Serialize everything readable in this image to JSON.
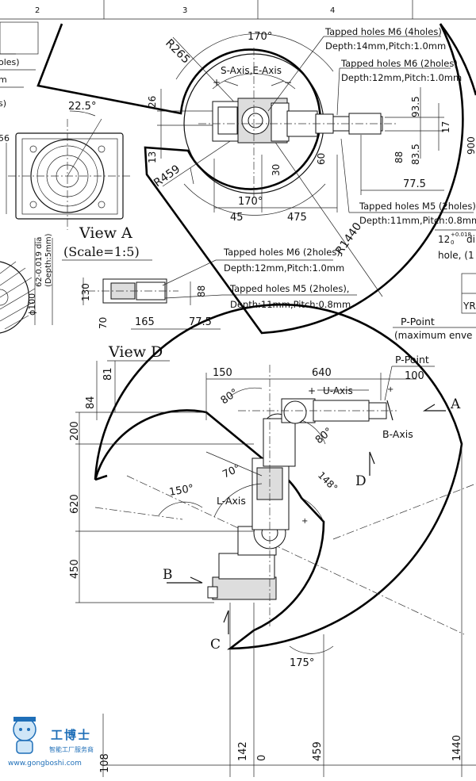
{
  "frame": {
    "zones": [
      "2",
      "3",
      "4"
    ]
  },
  "top_view": {
    "angles": {
      "a170_top": "170°",
      "a170_bot": "170°",
      "a225": "22.5°"
    },
    "radii": {
      "r265": "R265",
      "r459": "R459",
      "r1440": "R1440"
    },
    "axis_label": "S-Axis,E-Axis",
    "plus": "+",
    "minus": "−",
    "dims": {
      "d26": "26",
      "d13": "13",
      "d30": "30",
      "d60": "60",
      "d45": "45",
      "d475": "475",
      "d935": "93.5",
      "d835": "83.5",
      "d88": "88",
      "d17": "17",
      "d775": "77.5"
    },
    "notes": [
      {
        "line1": "Tapped holes M6 (4holes)",
        "line2": "Depth:14mm,Pitch:1.0mm"
      },
      {
        "line1": "Tapped holes M6 (2holes)",
        "line2": "Depth:12mm,Pitch:1.0mm"
      },
      {
        "line1": "Tapped holes M5 (2holes),",
        "line2": "Depth:11mm,Pitch:0.8mm"
      }
    ],
    "tolerance_text": "12",
    "tolerance_sup": "+0.018",
    "tolerance_sub": "0",
    "dia_text": "di",
    "hole_text": "hole, (1",
    "yr_text": "YR",
    "left_labels": {
      "les1": "oles)",
      "les2": "s)",
      "d56": "56",
      "m": "m",
      "d62": "62-0.019 dia",
      "depth5": "(Depth:5mm)",
      "d100": "ϕ100"
    }
  },
  "view_a": {
    "title": "View A",
    "scale": "(Scale=1:5)",
    "dims": {
      "d130": "130",
      "d70": "70",
      "d165": "165",
      "d775": "77.5",
      "d88": "88"
    },
    "notes": [
      {
        "line1": "Tapped holes M6 (2holes),",
        "line2": "Depth:12mm,Pitch:1.0mm"
      },
      {
        "line1": "Tapped holes M5 (2holes),",
        "line2": "Depth:11mm,Pitch:0.8mm"
      }
    ]
  },
  "view_d": {
    "title": "View D"
  },
  "side_view": {
    "top_dims": {
      "d150": "150",
      "d640": "640",
      "d100": "100"
    },
    "left_dims": {
      "d81": "81",
      "d84": "84",
      "d200": "200",
      "d620": "620",
      "d450": "450"
    },
    "bottom_dims": {
      "d108": "108",
      "d142": "142",
      "d0": "0",
      "d459": "459",
      "d1440": "1440"
    },
    "angles": {
      "a80a": "80°",
      "a80b": "80°",
      "a70": "70°",
      "a150": "150°",
      "a148": "148°",
      "a175": "175°"
    },
    "labels": {
      "p_point_env": "P-Point",
      "max_env": "(maximum enve",
      "p_point": "P-Point",
      "u_axis": "U-Axis",
      "b_axis": "B-Axis",
      "l_axis": "L-Axis",
      "view_letter_a": "A",
      "view_letter_b": "B",
      "view_letter_c": "C",
      "view_letter_d": "D",
      "right_cut": "900"
    }
  },
  "watermark": {
    "title": "工博士",
    "subtitle": "智能工厂服务商",
    "url": "www.gongboshi.com"
  }
}
